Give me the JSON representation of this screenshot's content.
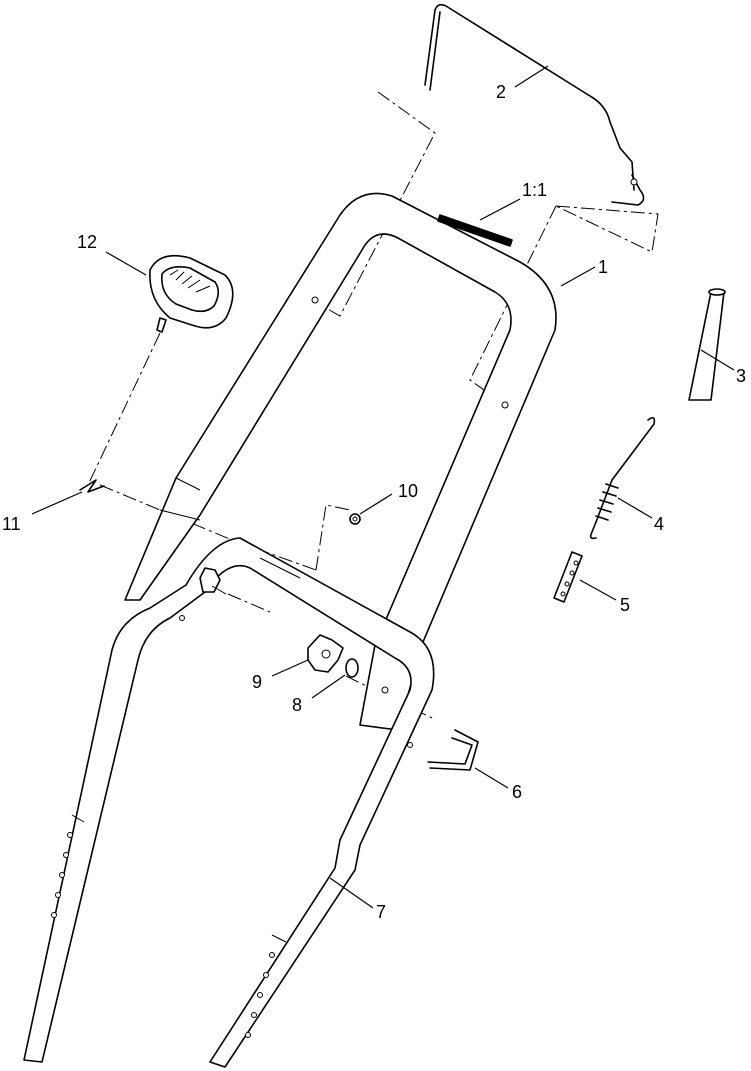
{
  "callouts": {
    "c1": "1",
    "c1_1": "1:1",
    "c2": "2",
    "c3": "3",
    "c4": "4",
    "c5": "5",
    "c6": "6",
    "c7": "7",
    "c8": "8",
    "c9": "9",
    "c10": "10",
    "c11": "11",
    "c12": "12"
  },
  "colors": {
    "line": "#000000",
    "background": "#ffffff"
  }
}
